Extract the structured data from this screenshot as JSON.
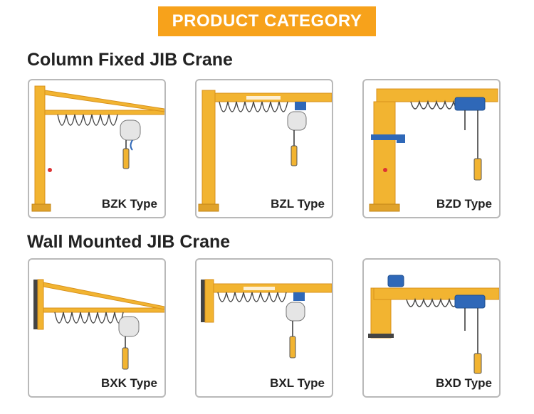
{
  "banner": {
    "text": "PRODUCT CATEGORY",
    "color": "#f7a21b"
  },
  "sections": [
    {
      "title": "Column Fixed JIB Crane",
      "items": [
        {
          "label": "BZK Type"
        },
        {
          "label": "BZL Type"
        },
        {
          "label": "BZD Type"
        }
      ]
    },
    {
      "title": "Wall Mounted JIB Crane",
      "items": [
        {
          "label": "BXK Type"
        },
        {
          "label": "BXL Type"
        },
        {
          "label": "BXD Type"
        }
      ]
    }
  ],
  "colors": {
    "crane_yellow": "#f2b431",
    "crane_dark": "#d8921c",
    "hoist_blue": "#2f68b8",
    "card_border": "#b9b9b9"
  },
  "icons": [
    "jib-crane-bzk-icon",
    "jib-crane-bzl-icon",
    "jib-crane-bzd-icon",
    "jib-crane-bxk-icon",
    "jib-crane-bxl-icon",
    "jib-crane-bxd-icon"
  ]
}
